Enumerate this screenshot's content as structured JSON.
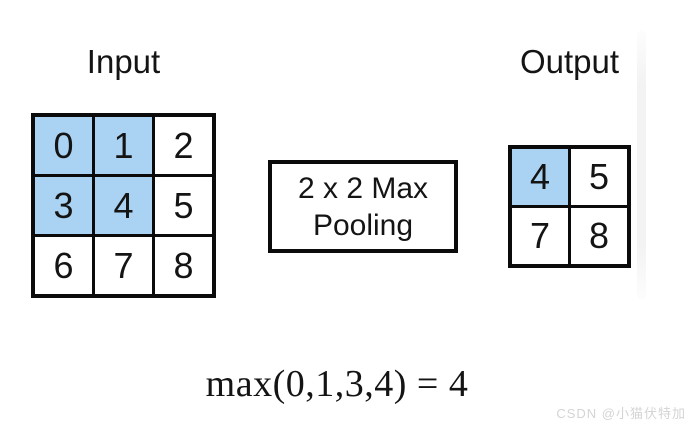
{
  "diagram": {
    "input": {
      "label": "Input",
      "cells": [
        {
          "value": "0",
          "highlighted": true
        },
        {
          "value": "1",
          "highlighted": true
        },
        {
          "value": "2",
          "highlighted": false
        },
        {
          "value": "3",
          "highlighted": true
        },
        {
          "value": "4",
          "highlighted": true
        },
        {
          "value": "5",
          "highlighted": false
        },
        {
          "value": "6",
          "highlighted": false
        },
        {
          "value": "7",
          "highlighted": false
        },
        {
          "value": "8",
          "highlighted": false
        }
      ]
    },
    "operation": {
      "line1": "2 x 2 Max",
      "line2": "Pooling"
    },
    "output": {
      "label": "Output",
      "cells": [
        {
          "value": "4",
          "highlighted": true
        },
        {
          "value": "5",
          "highlighted": false
        },
        {
          "value": "7",
          "highlighted": false
        },
        {
          "value": "8",
          "highlighted": false
        }
      ]
    },
    "formula": "max(0,1,3,4) = 4",
    "colors": {
      "highlight": "#aad3f3",
      "grid_border": "#0b0b0b",
      "text": "#141414",
      "watermark_gray": "#d4d4d4"
    }
  },
  "watermark": {
    "text": "CSDN @小猫伏特加"
  }
}
